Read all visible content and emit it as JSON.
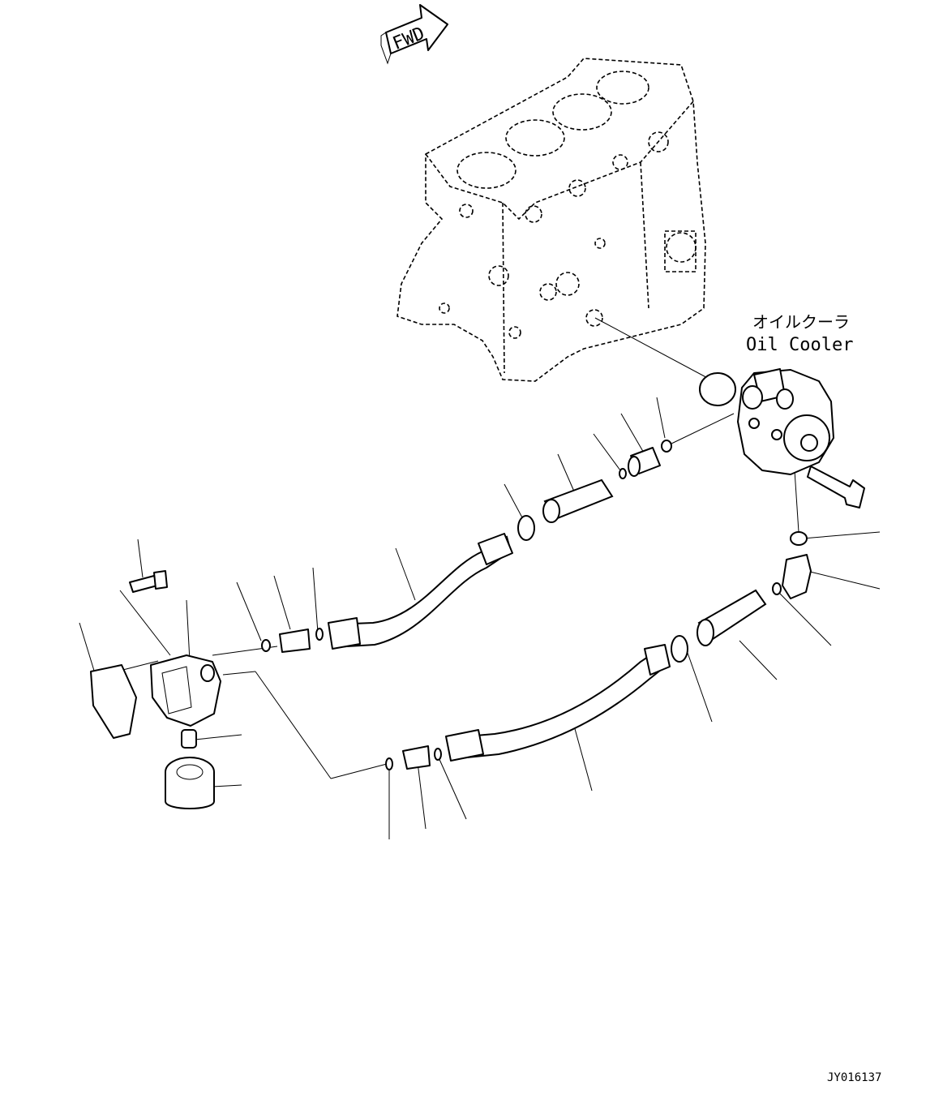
{
  "direction_arrow": {
    "label": "FWD"
  },
  "callout_oil_cooler": {
    "japanese": "オイルクーラ",
    "english": "Oil Cooler"
  },
  "figure_code": "JY016137"
}
